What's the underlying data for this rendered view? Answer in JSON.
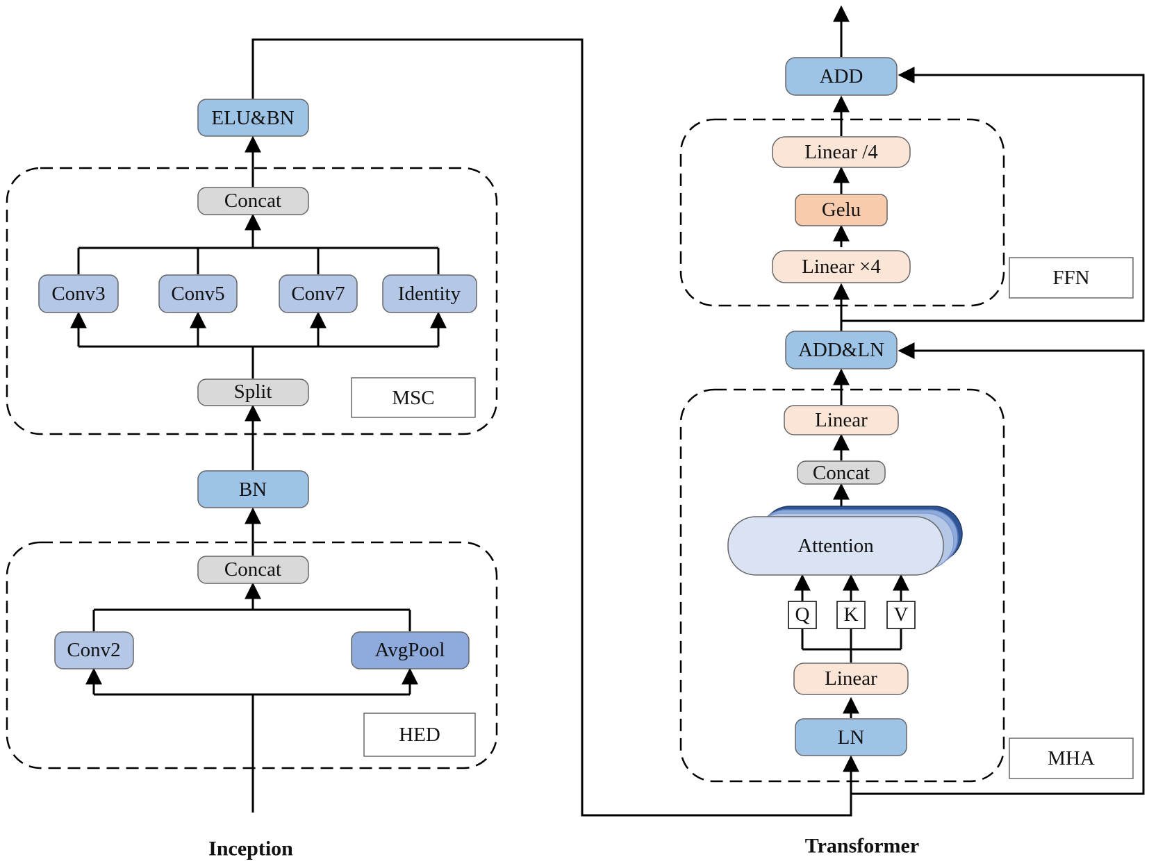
{
  "colors": {
    "blue": "#9dc3e6",
    "lavender": "#b4c7e7",
    "avgpool": "#8faadc",
    "gray": "#d9d9d9",
    "peach": "#fbe5d6",
    "orange": "#f8cbad",
    "attention": "#dae3f3",
    "attention_stack": "#2f5597"
  },
  "inception": {
    "caption": "Inception",
    "elu_bn": "ELU&BN",
    "msc": {
      "label": "MSC",
      "concat": "Concat",
      "branches": [
        "Conv3",
        "Conv5",
        "Conv7",
        "Identity"
      ],
      "split": "Split"
    },
    "bn": "BN",
    "hed": {
      "label": "HED",
      "concat": "Concat",
      "conv2": "Conv2",
      "avgpool": "AvgPool"
    }
  },
  "transformer": {
    "caption": "Transformer",
    "add": "ADD",
    "ffn": {
      "label": "FFN",
      "linear_div4": "Linear /4",
      "gelu": "Gelu",
      "linear_x4": "Linear ×4"
    },
    "add_ln": "ADD&LN",
    "mha": {
      "label": "MHA",
      "linear_out": "Linear",
      "concat": "Concat",
      "attention": "Attention",
      "q": "Q",
      "k": "K",
      "v": "V",
      "linear_in": "Linear",
      "ln": "LN"
    }
  }
}
